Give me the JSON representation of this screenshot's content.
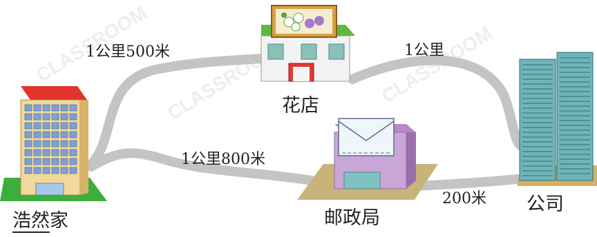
{
  "routes": [
    {
      "id": "home-to-flower",
      "distance": "1公里500米"
    },
    {
      "id": "flower-to-company",
      "distance": "1公里"
    },
    {
      "id": "home-to-post",
      "distance": "1公里800米"
    },
    {
      "id": "post-to-company",
      "distance": "200米"
    }
  ],
  "places": {
    "home": {
      "name_prefix": "浩然",
      "name_suffix": "家"
    },
    "flower_shop": {
      "name": "花店"
    },
    "post_office": {
      "name": "邮政局"
    },
    "company": {
      "name": "公司"
    }
  },
  "watermark": {
    "text": "CLASSROOM"
  },
  "colors": {
    "road": "#c4c4c4",
    "grass": "#3cae3c",
    "home_wall": "#f2d89a",
    "home_roof": "#e0342c",
    "windows": "#7ea0d2",
    "company_glass": "#6fb4b8",
    "post_box": "#c9a6d8",
    "flower_roof": "#5cb83e"
  }
}
